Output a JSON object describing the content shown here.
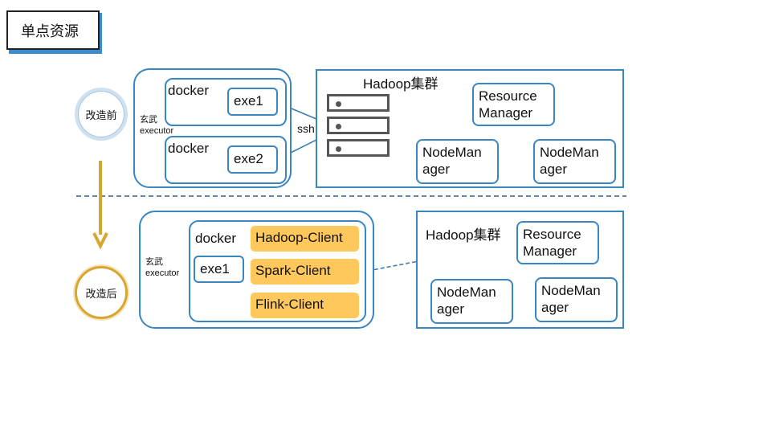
{
  "title": "单点资源",
  "colors": {
    "accent": "#3a86c0",
    "client": "#fec85c",
    "arrow": "#d9a531",
    "shadow": "#3d8dcc"
  },
  "before": {
    "stage_label": "改造前",
    "executor_name": "玄武",
    "executor_word": "executor",
    "docker1": {
      "label": "docker",
      "exe": "exe1"
    },
    "docker2": {
      "label": "docker",
      "exe": "exe2"
    },
    "ssh_label": "ssh",
    "cluster": {
      "title": "Hadoop集群",
      "resource_manager": [
        "Resource",
        "Manager"
      ],
      "node_managers": [
        [
          "NodeMan",
          "ager"
        ],
        [
          "NodeMan",
          "ager"
        ]
      ]
    }
  },
  "after": {
    "stage_label": "改造后",
    "executor_name": "玄武",
    "executor_word": "executor",
    "docker": {
      "label": "docker",
      "exe": "exe1"
    },
    "clients": [
      "Hadoop-Client",
      "Spark-Client",
      "Flink-Client"
    ],
    "cluster": {
      "title": "Hadoop集群",
      "resource_manager": [
        "Resource",
        "Manager"
      ],
      "node_managers": [
        [
          "NodeMan",
          "ager"
        ],
        [
          "NodeMan",
          "ager"
        ]
      ]
    }
  }
}
